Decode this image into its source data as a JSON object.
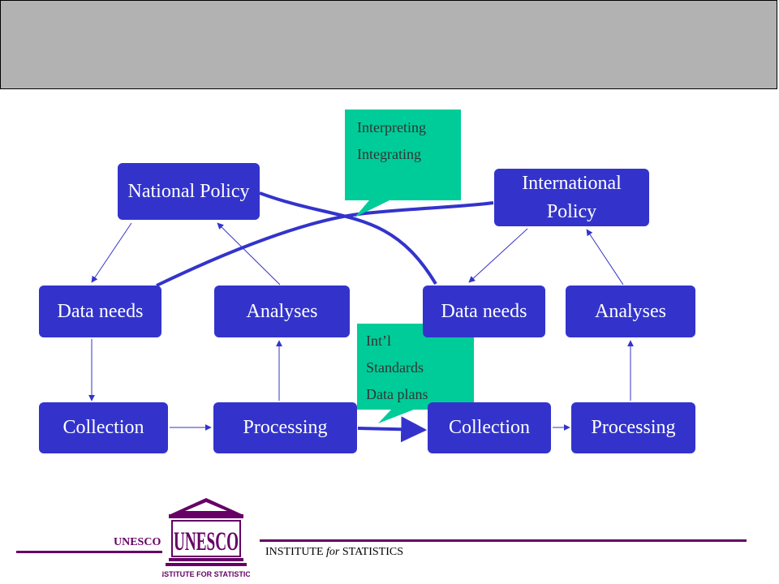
{
  "diagram": {
    "national_policy": "National Policy",
    "international_policy": "International Policy",
    "left_data_needs": "Data needs",
    "left_analyses": "Analyses",
    "left_collection": "Collection",
    "left_processing": "Processing",
    "right_data_needs": "Data needs",
    "right_analyses": "Analyses",
    "right_collection": "Collection",
    "right_processing": "Processing"
  },
  "callouts": {
    "top": [
      "Interpreting",
      "Integrating"
    ],
    "middle": [
      "Int’l",
      "Standards",
      "Data plans"
    ]
  },
  "footer": {
    "org_name": "UNESCO",
    "institute_prefix": "INSTITUTE ",
    "institute_for": "for",
    "institute_suffix": " STATISTICS",
    "logo_text": "UNESCO",
    "logo_subtitle": "INSTITUTE FOR STATISTICS"
  },
  "colors": {
    "box_fill": "#3333cc",
    "callout_fill": "#00cc99",
    "header_fill": "#b2b2b2",
    "footer_line": "#660066"
  }
}
